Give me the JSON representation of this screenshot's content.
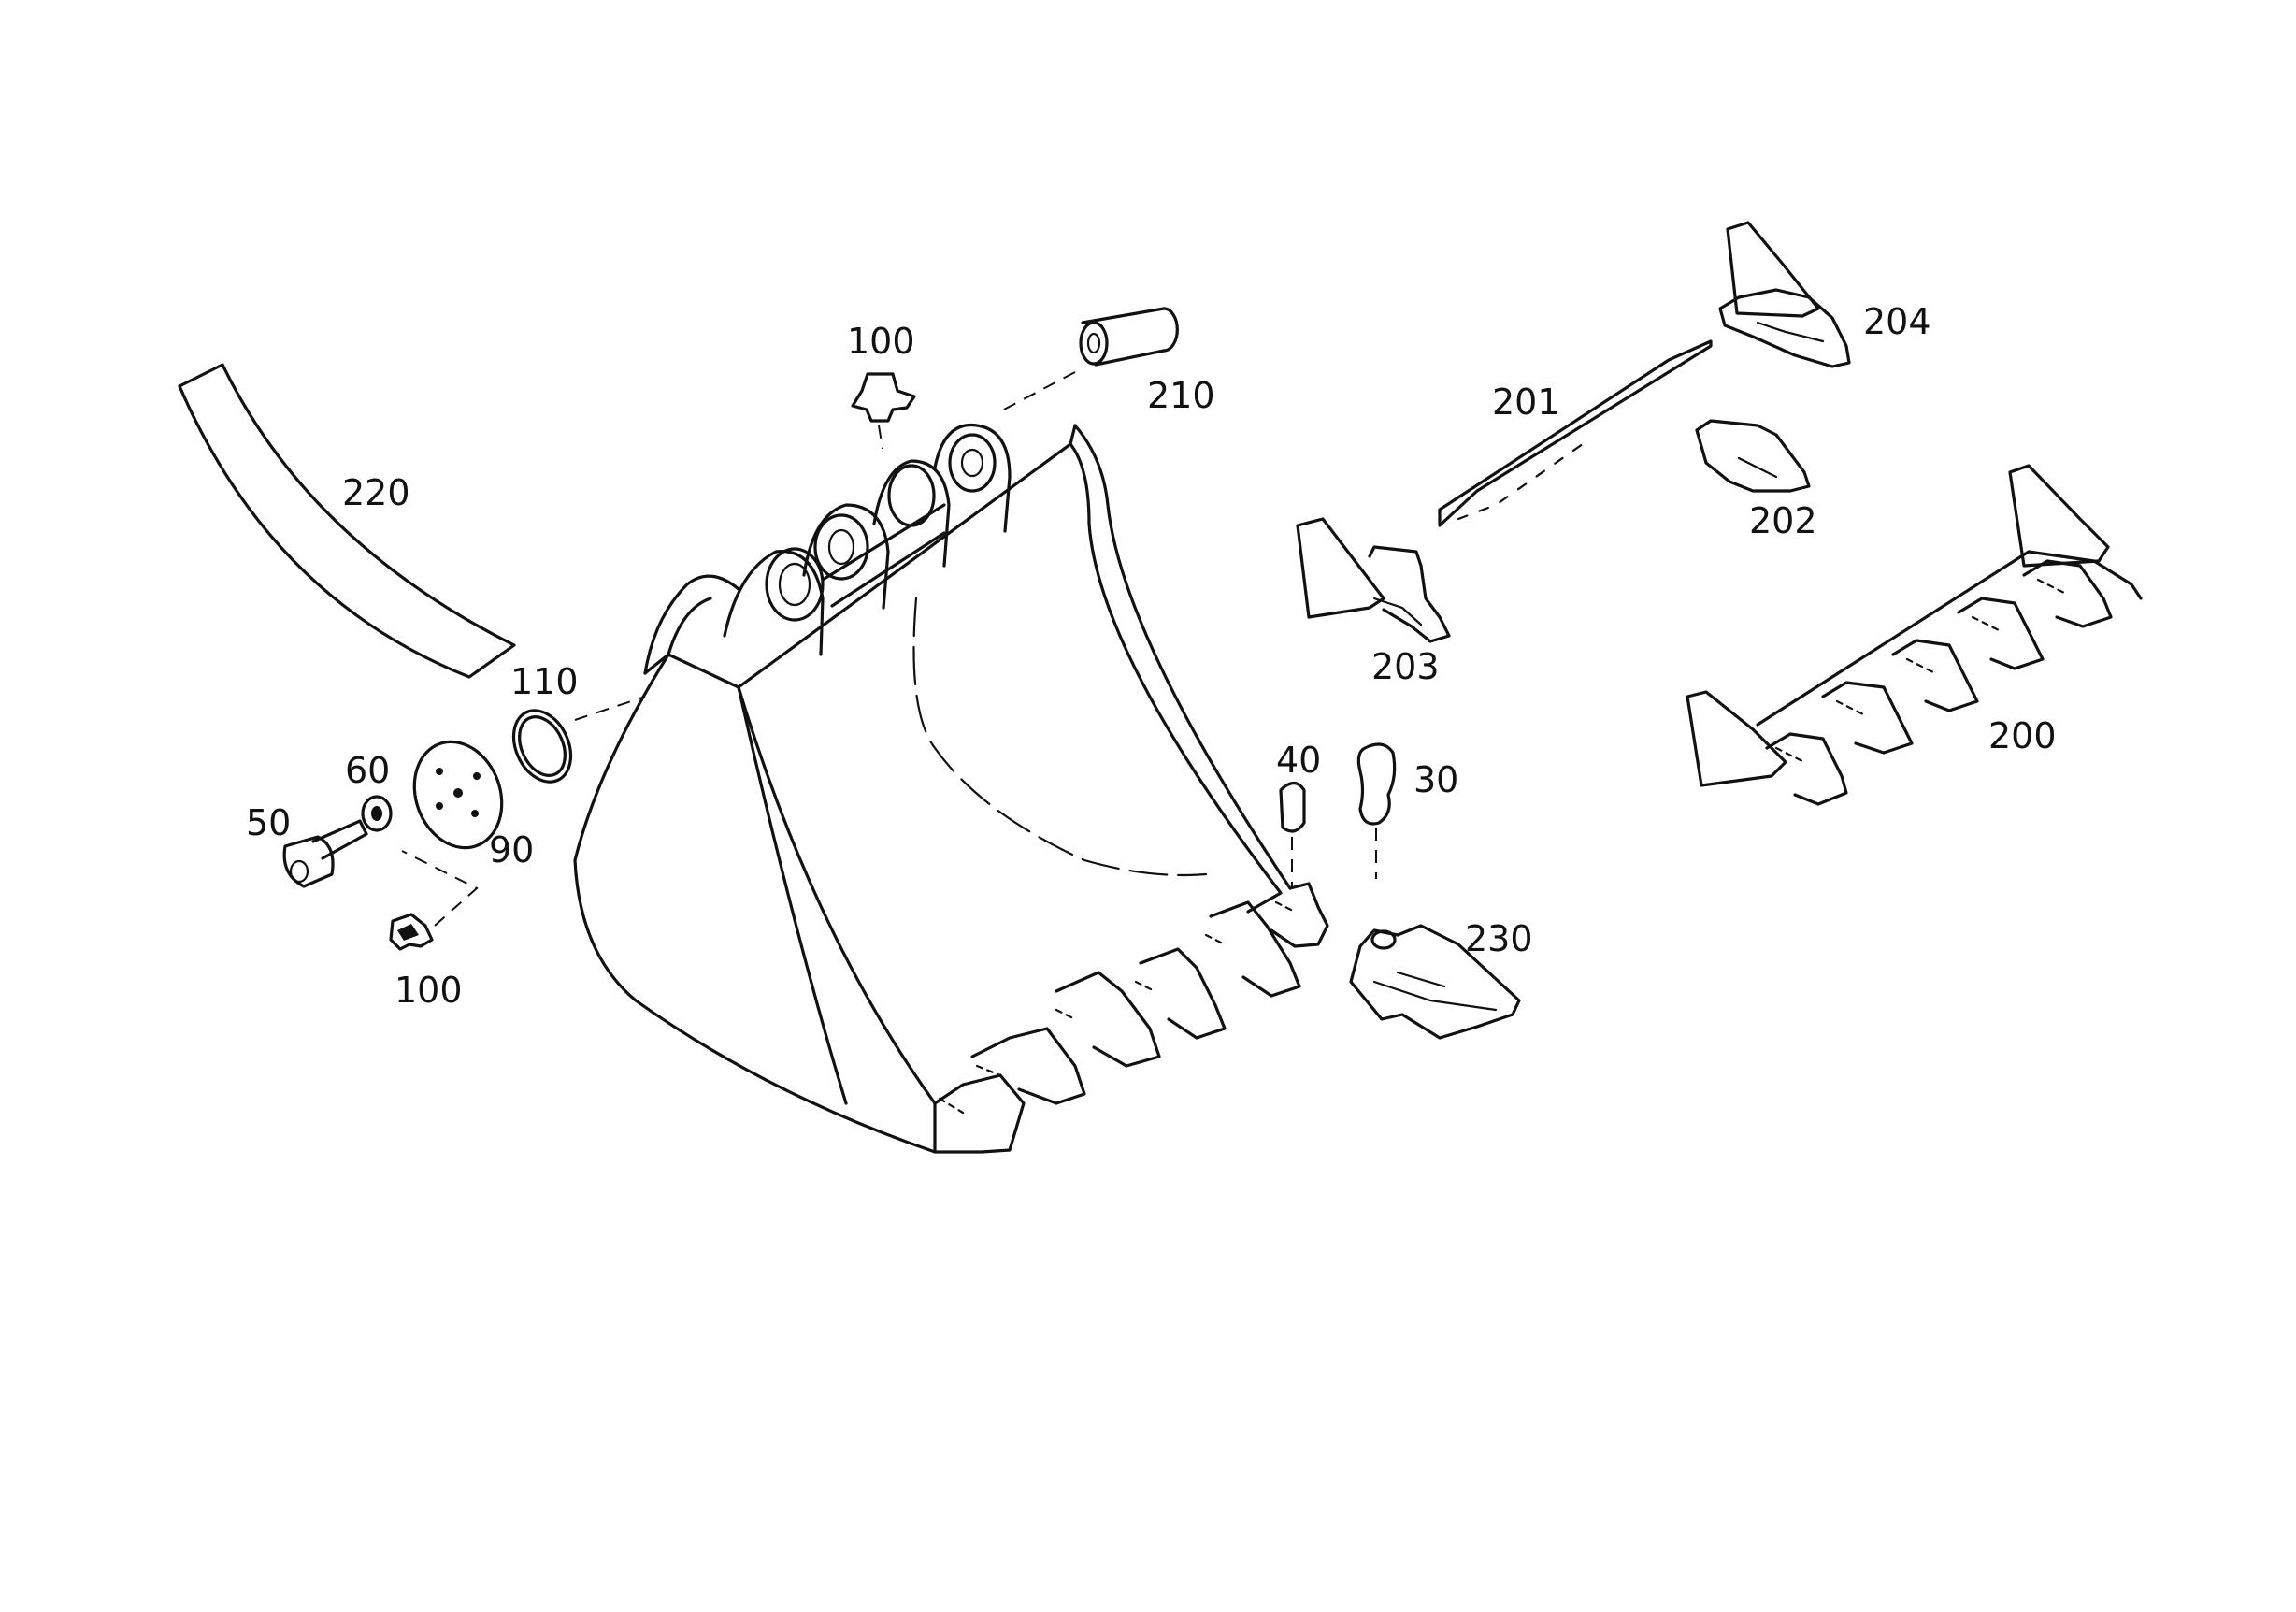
{
  "callouts": {
    "c50": "50",
    "c60": "60",
    "c90": "90",
    "c100_top": "100",
    "c100_bottom": "100",
    "c110": "110",
    "c210": "210",
    "c220": "220",
    "c40": "40",
    "c30": "30",
    "c230": "230",
    "c201": "201",
    "c202": "202",
    "c203": "203",
    "c204": "204",
    "c200": "200"
  },
  "colors": {
    "ink": "#111111",
    "paper": "#ffffff"
  }
}
